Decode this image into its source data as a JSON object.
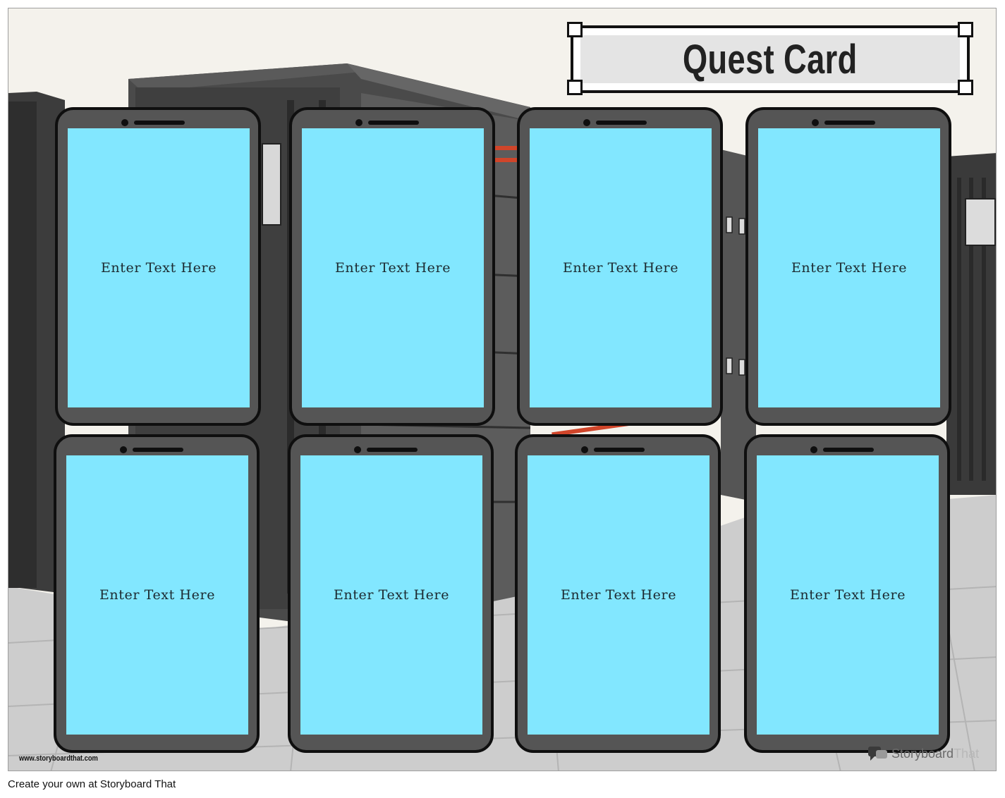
{
  "title": "Quest Card",
  "cards": [
    {
      "text": "Enter Text Here"
    },
    {
      "text": "Enter Text Here"
    },
    {
      "text": "Enter Text Here"
    },
    {
      "text": "Enter Text Here"
    },
    {
      "text": "Enter Text Here"
    },
    {
      "text": "Enter Text Here"
    },
    {
      "text": "Enter Text Here"
    },
    {
      "text": "Enter Text Here"
    }
  ],
  "footer": {
    "url": "www.storyboardthat.com",
    "brand_dark": "Storyboard",
    "brand_light": "That",
    "create_line": "Create your own at Storyboard That"
  },
  "colors": {
    "screen": "#82e7ff",
    "phone_body": "#555555",
    "server": "#4a4a4a",
    "floor": "#d0d0d0"
  }
}
